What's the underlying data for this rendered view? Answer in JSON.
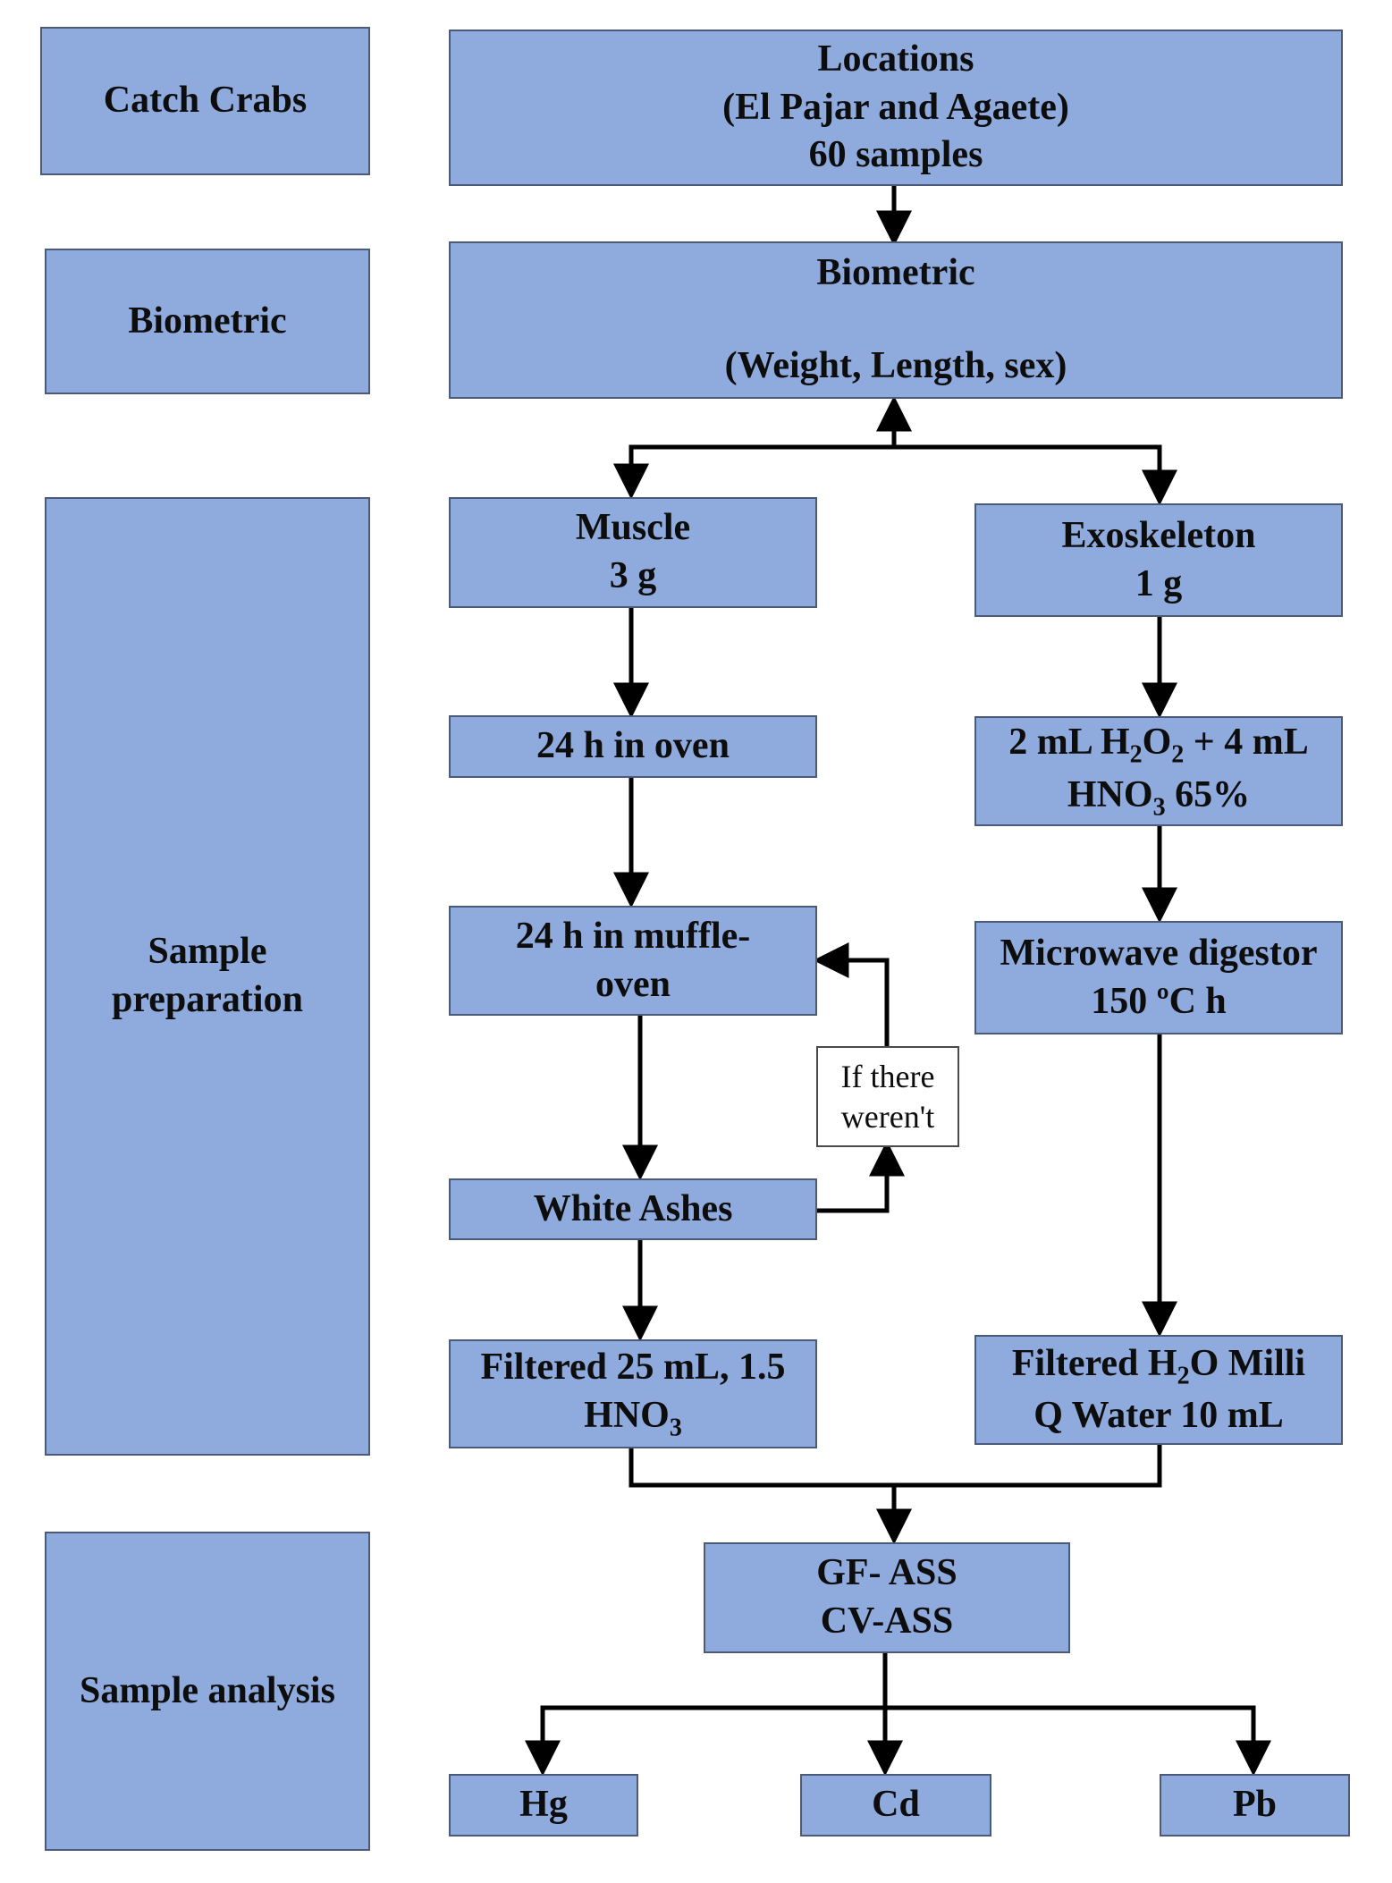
{
  "colors": {
    "box_fill": "#8faadc",
    "box_border": "#4a5a78",
    "arrow": "#000000",
    "note_fill": "#ffffff"
  },
  "stages": {
    "catch": "Catch Crabs",
    "biometric": "Biometric",
    "preparation": {
      "line1": "Sample",
      "line2": "preparation"
    },
    "analysis": "Sample analysis"
  },
  "locations": {
    "line1": "Locations",
    "line2": "(El Pajar and Agaete)",
    "line3": "60 samples"
  },
  "biometric_box": {
    "line1": "Biometric",
    "line2": "(Weight, Length, sex)"
  },
  "muscle": {
    "title": {
      "line1": "Muscle",
      "line2": "3 g"
    },
    "oven": "24 h in oven",
    "muffle": {
      "line1": "24 h in muffle-",
      "line2": "oven"
    },
    "ashes": "White Ashes",
    "filtered": {
      "line1": "Filtered 25 mL, 1.5",
      "line2_main": "HNO",
      "line2_sub": "3"
    }
  },
  "note": {
    "line1": "If there",
    "line2": "weren't"
  },
  "exoskeleton": {
    "title": {
      "line1": "Exoskeleton",
      "line2": "1 g"
    },
    "reagents": {
      "l1_a": "2 mL H",
      "l1_sub1": "2",
      "l1_b": "O",
      "l1_sub2": "2",
      "l1_c": " + 4 mL",
      "l2_a": "HNO",
      "l2_sub": "3",
      "l2_b": " 65%"
    },
    "microwave": {
      "line1": "Microwave digestor",
      "line2": "150 ºC h"
    },
    "filtered": {
      "l1_a": "Filtered H",
      "l1_sub": "2",
      "l1_b": "O Milli",
      "line2": "Q Water 10 mL"
    }
  },
  "analysis_box": {
    "line1": "GF- ASS",
    "line2": "CV-ASS"
  },
  "elements": [
    "Hg",
    "Cd",
    "Pb"
  ]
}
